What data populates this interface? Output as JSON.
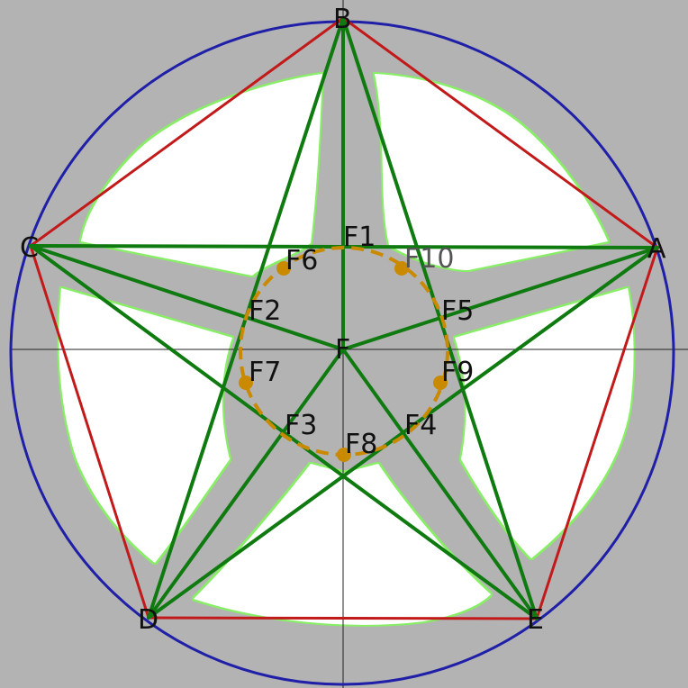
{
  "diagram": {
    "colors": {
      "background": "#b3b3b3",
      "circle": "#1f1fa8",
      "pentagon": "#c21a1a",
      "star": "#0f7a0f",
      "incircle": "#c98a00",
      "petal_fill": "#ffffff",
      "petal_glow": "#88ee66",
      "axis": "#222222"
    },
    "vertices": [
      {
        "label": "A"
      },
      {
        "label": "B"
      },
      {
        "label": "C"
      },
      {
        "label": "D"
      },
      {
        "label": "E"
      }
    ],
    "center": {
      "label": "F"
    },
    "inner_points": [
      {
        "label": "F1"
      },
      {
        "label": "F2"
      },
      {
        "label": "F3"
      },
      {
        "label": "F4"
      },
      {
        "label": "F5"
      }
    ],
    "incircle_points": [
      {
        "label": "F6"
      },
      {
        "label": "F7"
      },
      {
        "label": "F8"
      },
      {
        "label": "F9"
      },
      {
        "label": "F10"
      }
    ]
  }
}
